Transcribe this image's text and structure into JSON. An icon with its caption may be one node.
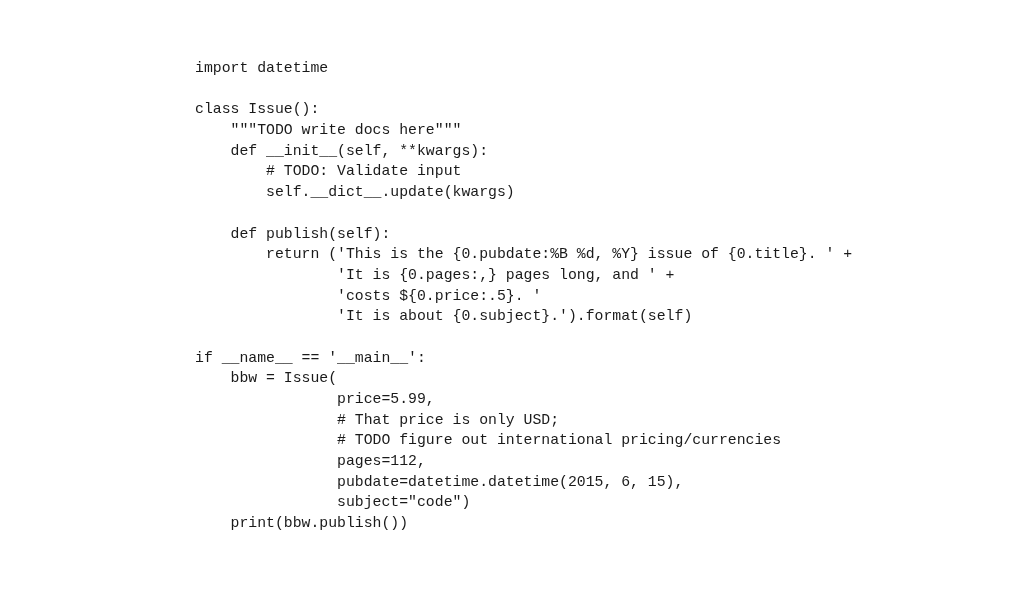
{
  "diagram": {
    "labels": [
      "import datetime",
      "class Issue():",
      "    \"\"\"TODO write docs here\"\"\"",
      "    def __init__(self, **kwargs):",
      "        # TODO: Validate input",
      "        self.__dict__.update(kwargs)",
      "    def publish(self):",
      "        return ('This is the {0.pubdate:%B %d, %Y} issue of {0.title}. ' +",
      "                'It is {0.pages:,} pages long, and ' +",
      "                'costs ${0.price:.5}. '",
      "                'It is about {0.subject}.').format(self)",
      "if __name__ == '__main__':",
      "    bbw = Issue(",
      "                price=5.99,",
      "                # That price is only USD;",
      "                # TODO figure out international pricing/currencies",
      "                pages=112,",
      "                pubdate=datetime.datetime(2015, 6, 15),",
      "                subject=\"code\")",
      "    print(bbw.publish())"
    ]
  }
}
